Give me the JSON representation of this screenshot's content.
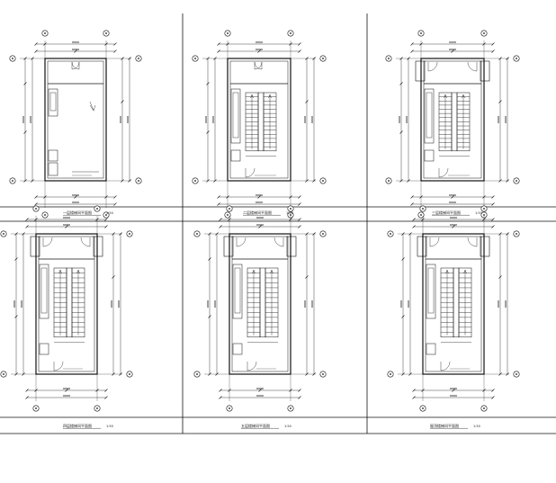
{
  "panels": [
    {
      "caption": "一层楼梯间平面图",
      "scale": "1:50"
    },
    {
      "caption": "二层楼梯间平面图",
      "scale": "1:50"
    },
    {
      "caption": "三层楼梯间平面图",
      "scale": "1:50"
    },
    {
      "caption": "四层楼梯间平面图",
      "scale": "1:50"
    },
    {
      "caption": "五层楼梯间平面图",
      "scale": "1:50"
    },
    {
      "caption": "屋顶楼梯间平面图",
      "scale": "1:50"
    }
  ],
  "colors": {
    "line": "#111111",
    "bg": "#ffffff"
  }
}
